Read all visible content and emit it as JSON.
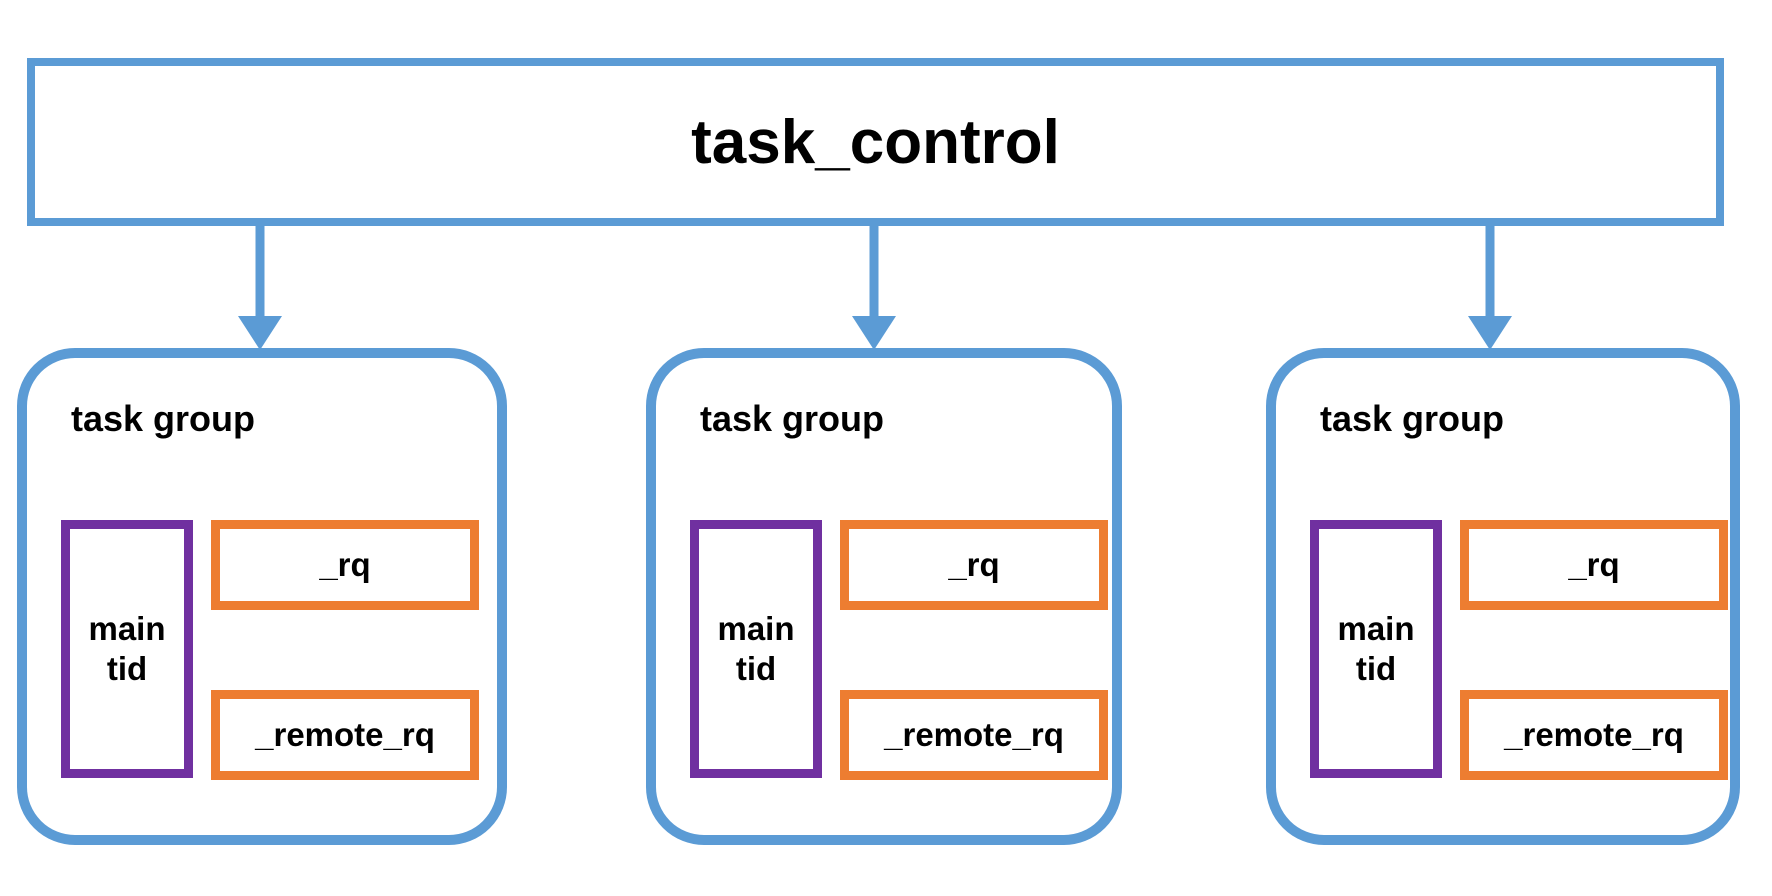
{
  "diagram": {
    "title": "task_control",
    "groups": [
      {
        "label": "task group",
        "main_tid": "main tid",
        "rq": "_rq",
        "remote_rq": "_remote_rq"
      },
      {
        "label": "task group",
        "main_tid": "main tid",
        "rq": "_rq",
        "remote_rq": "_remote_rq"
      },
      {
        "label": "task group",
        "main_tid": "main tid",
        "rq": "_rq",
        "remote_rq": "_remote_rq"
      }
    ]
  },
  "colors": {
    "blue": "#5B9BD5",
    "orange": "#ED7D31",
    "purple": "#7030A0",
    "text": "#000000"
  }
}
